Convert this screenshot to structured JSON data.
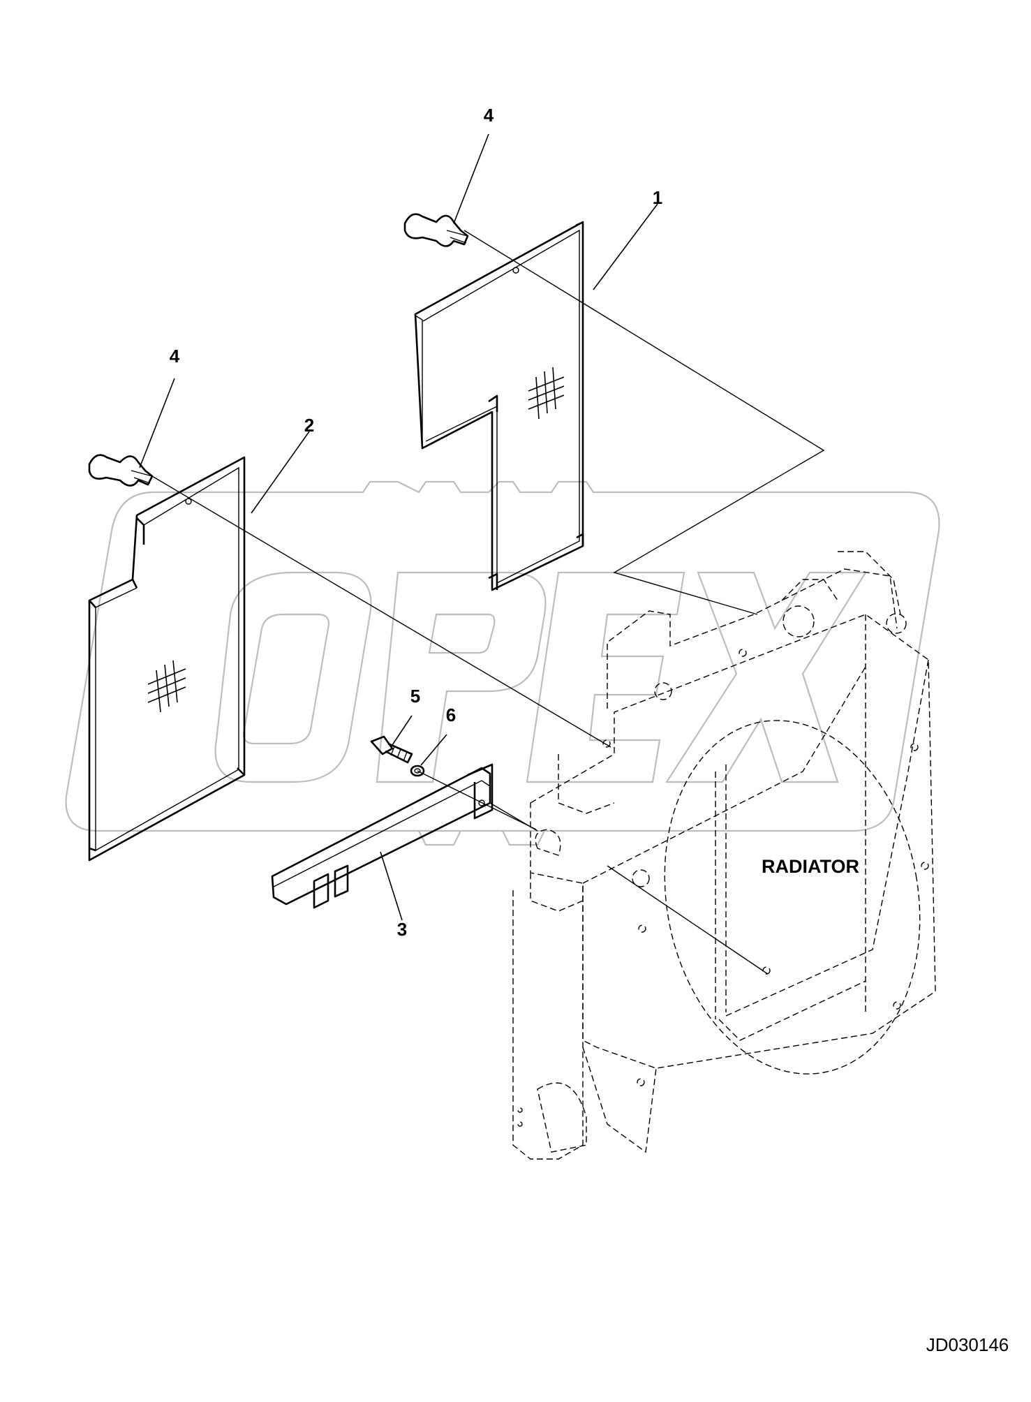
{
  "labels": {
    "callout_1": "1",
    "callout_2": "2",
    "callout_3": "3",
    "callout_4a": "4",
    "callout_4b": "4",
    "callout_5": "5",
    "callout_6": "6",
    "radiator": "RADIATOR",
    "drawing_number": "JD030146",
    "watermark": "OPEX"
  }
}
